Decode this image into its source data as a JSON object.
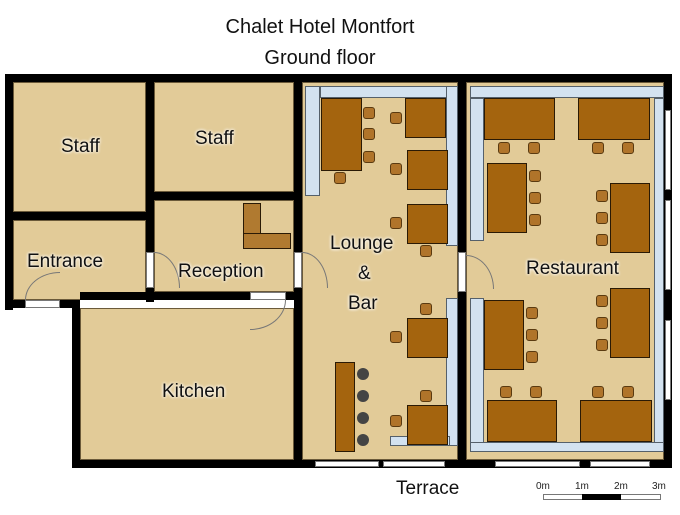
{
  "title": {
    "line1": "Chalet Hotel Montfort",
    "line2": "Ground floor"
  },
  "rooms": {
    "staff1": "Staff",
    "staff2": "Staff",
    "entrance": "Entrance",
    "reception": "Reception",
    "kitchen": "Kitchen",
    "lounge1": "Lounge",
    "lounge2": "&",
    "lounge3": "Bar",
    "restaurant": "Restaurant",
    "terrace": "Terrace"
  },
  "scale": {
    "labels": [
      "0m",
      "1m",
      "2m",
      "3m"
    ]
  },
  "colors": {
    "floor": "#e2cb98",
    "furniture": "#a4640e",
    "window": "#d3e2f0",
    "wall": "#000000"
  }
}
